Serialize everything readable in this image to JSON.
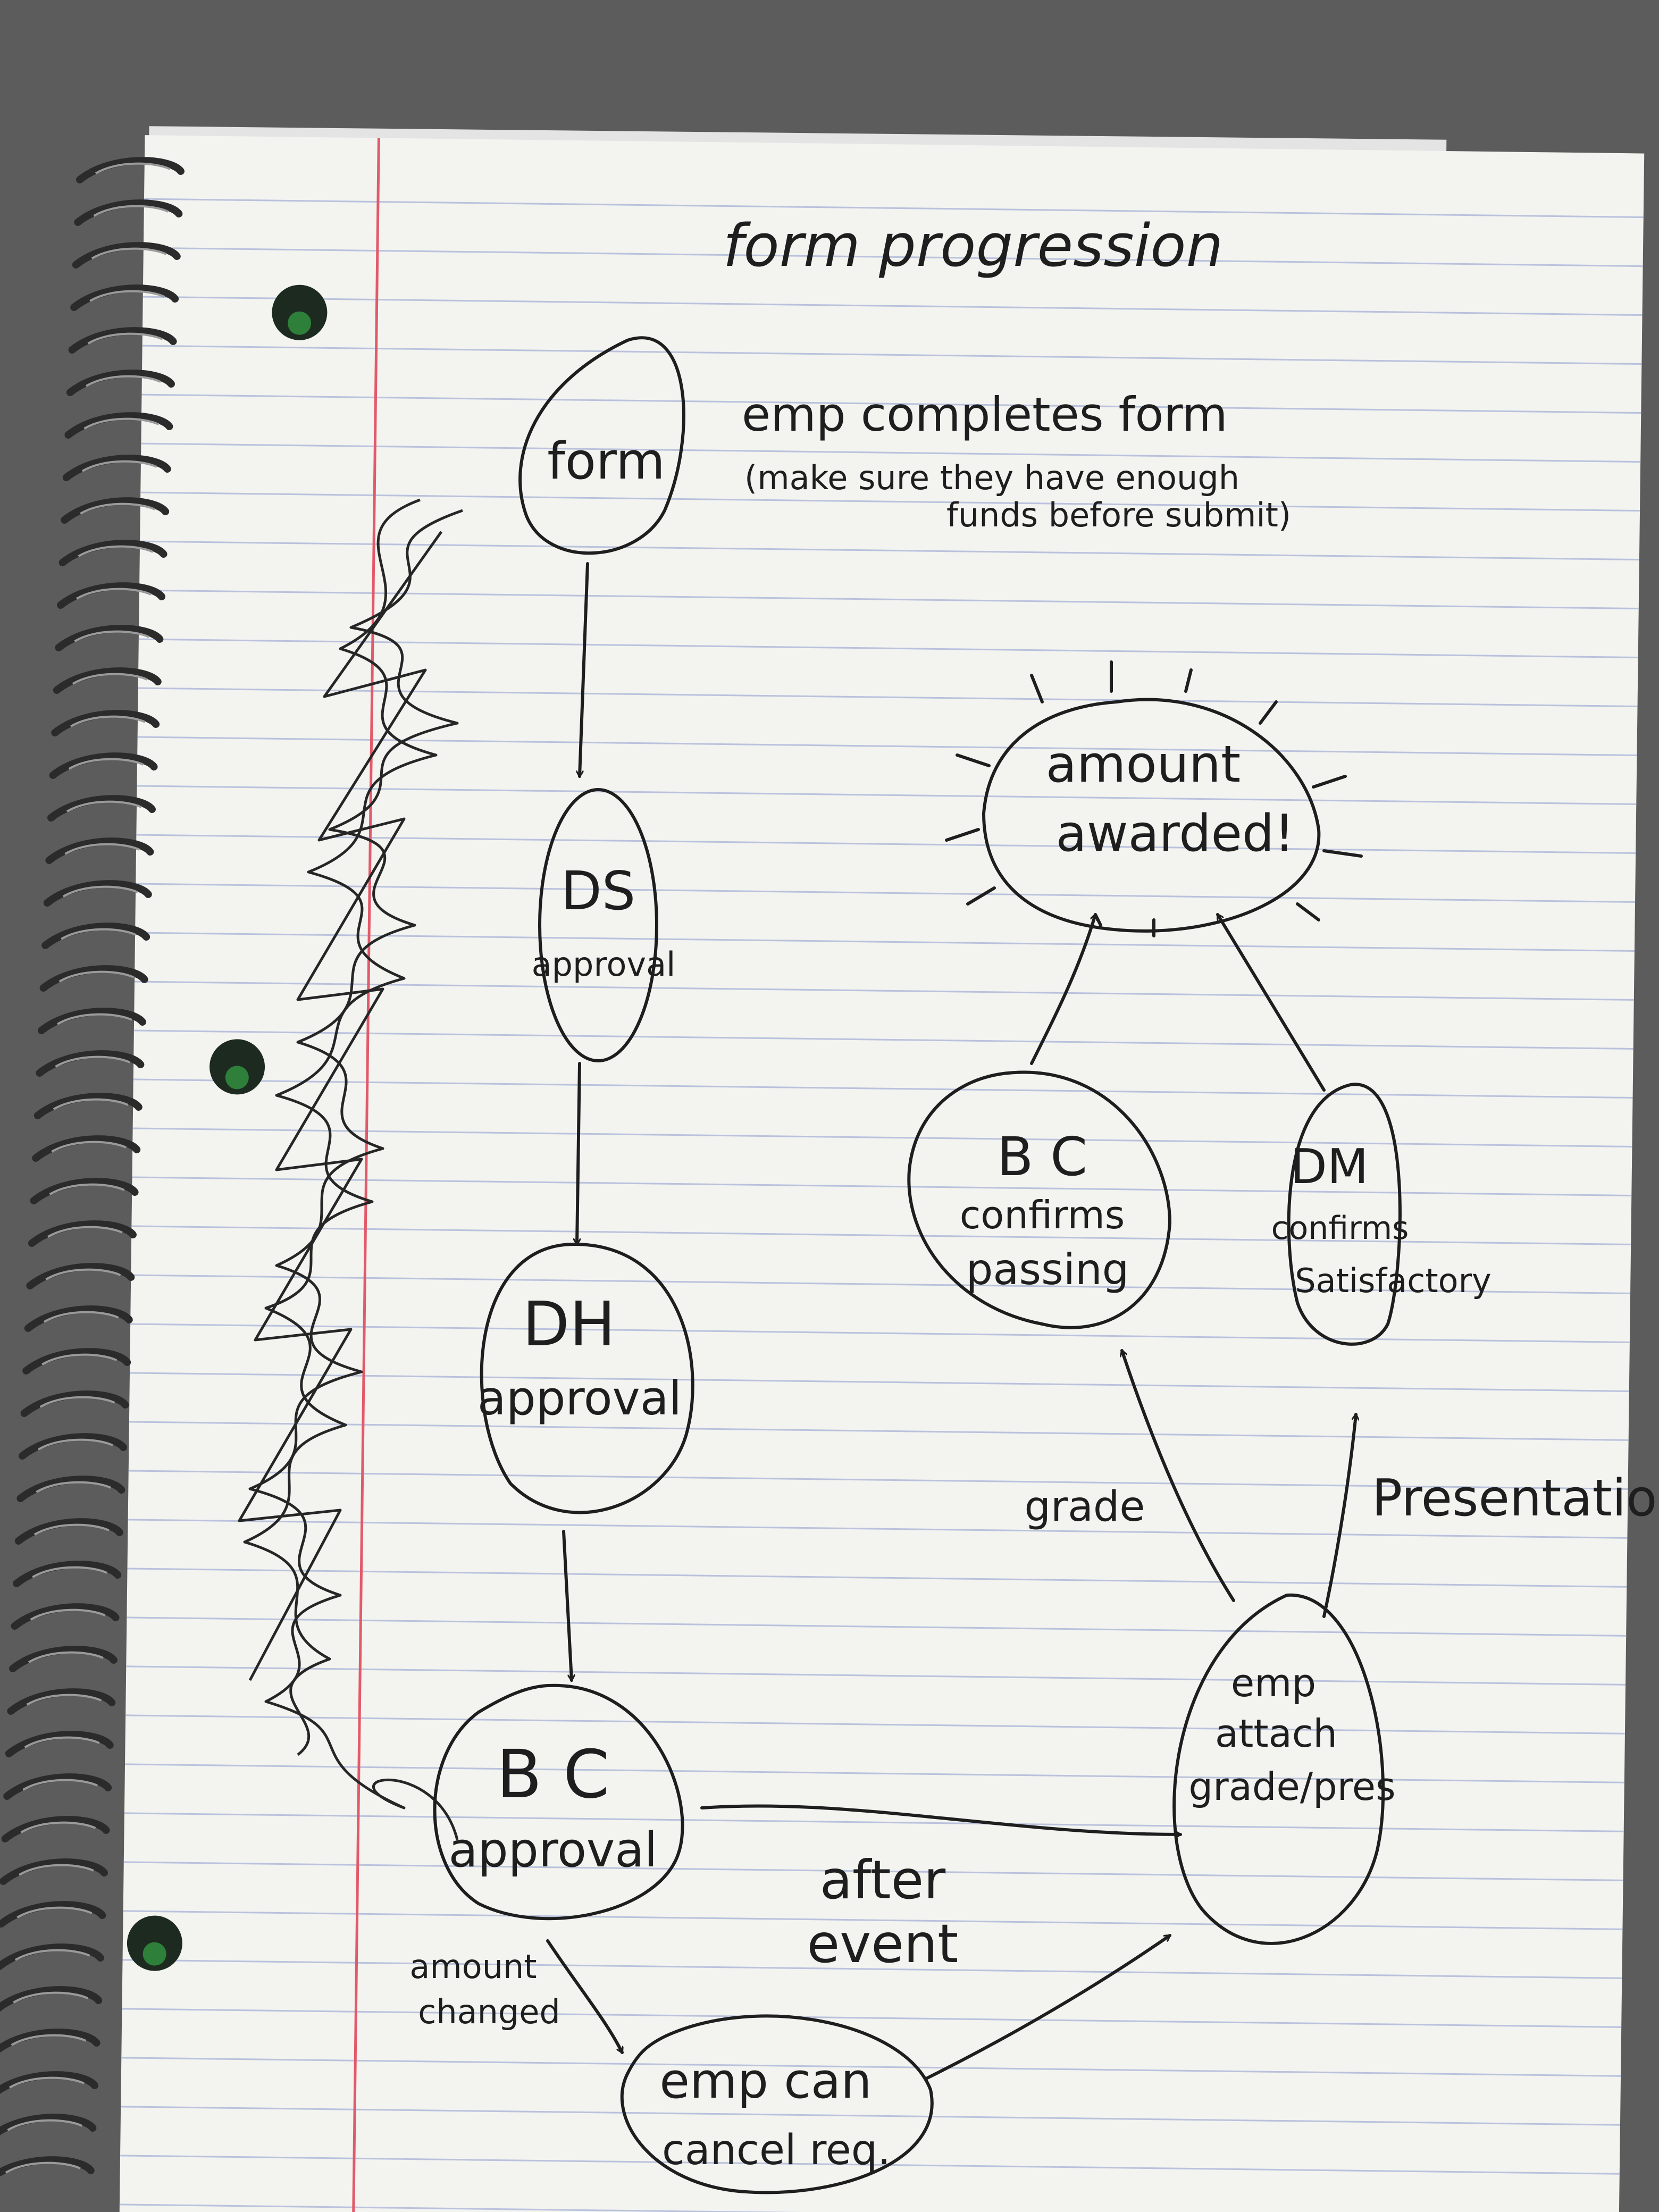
{
  "title": "form progression",
  "nodes": {
    "form": "form",
    "ds_line1": "DS",
    "ds_line2": "approval",
    "dh_line1": "DH",
    "dh_line2": "approval",
    "bc_line1": "B C",
    "bc_line2": "approval",
    "cancel_line1": "emp can",
    "cancel_line2": "cancel req.",
    "attach_line1": "emp",
    "attach_line2": "attach",
    "attach_line3": "grade/pres",
    "bc_confirm_line1": "B C",
    "bc_confirm_line2": "confirms",
    "bc_confirm_line3": "passing",
    "dm_confirm_line1": "DM",
    "dm_confirm_line2": "confirms",
    "dm_confirm_line3": "Satisfactory",
    "award_line1": "amount",
    "award_line2": "awarded!"
  },
  "notes": {
    "form_note_line1": "emp completes form",
    "form_note_line2": "(make sure they have enough",
    "form_note_line3": "funds before submit)"
  },
  "edge_labels": {
    "amount_changed_line1": "amount",
    "amount_changed_line2": "changed",
    "after_event_line1": "after",
    "after_event_line2": "event",
    "grade": "grade",
    "presentation": "Presentation"
  }
}
